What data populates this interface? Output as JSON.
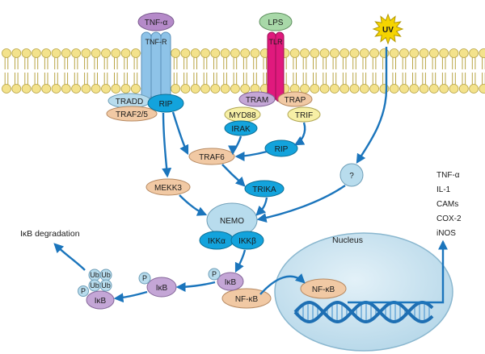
{
  "ligands": {
    "tnf": "TNF-α",
    "lps": "LPS",
    "uv": "UV"
  },
  "receptors": {
    "tnfr": "TNF-R",
    "tlr": "TLR"
  },
  "adaptors": {
    "tradd": "TRADD",
    "rip1": "RIP",
    "traf25": "TRAF2/5",
    "tram": "TRAM",
    "trap": "TRAP",
    "myd88": "MYD88",
    "trif": "TRIF",
    "irak": "IRAK",
    "rip2": "RIP",
    "traf6": "TRAF6",
    "mekk3": "MEKK3",
    "trika": "TRIKA",
    "unknown": "?"
  },
  "ikk": {
    "nemo": "NEMO",
    "ikka": "IKKα",
    "ikkb": "IKKβ"
  },
  "complex": {
    "p": "P",
    "ikb": "IκB",
    "nfkb": "NF-κB"
  },
  "free_ikb": {
    "p": "P",
    "ikb": "IκB"
  },
  "ub_ikb": {
    "ub1": "Ub",
    "ub2": "Ub",
    "ub3": "Ub",
    "ub4": "Ub",
    "p": "P",
    "ikb": "IκB"
  },
  "degradation": "IκB degradation",
  "nucleus": {
    "title": "Nucleus",
    "nfkb": "NF-κB"
  },
  "targets": [
    "TNF-α",
    "IL-1",
    "CAMs",
    "COX-2",
    "iNOS"
  ],
  "colors": {
    "membrane_head": "#f3e28c",
    "membrane_stroke": "#b9a545",
    "receptor_tnf": "#8ec3e8",
    "receptor_tlr": "#e0197d",
    "lig_tnf": "#b58ac9",
    "lig_lps": "#a8d8a8",
    "lig_uv": "#f5d400",
    "purple": "#c4a6d6",
    "peach": "#f1c9a4",
    "cyan": "#13a3dc",
    "lightblue": "#b8dced",
    "yellow": "#f7f0a6",
    "lilac": "#e9d9f2",
    "nucleus": "#cfe6f1",
    "arrow": "#1b75bc",
    "dna": "#1e6fb3"
  }
}
